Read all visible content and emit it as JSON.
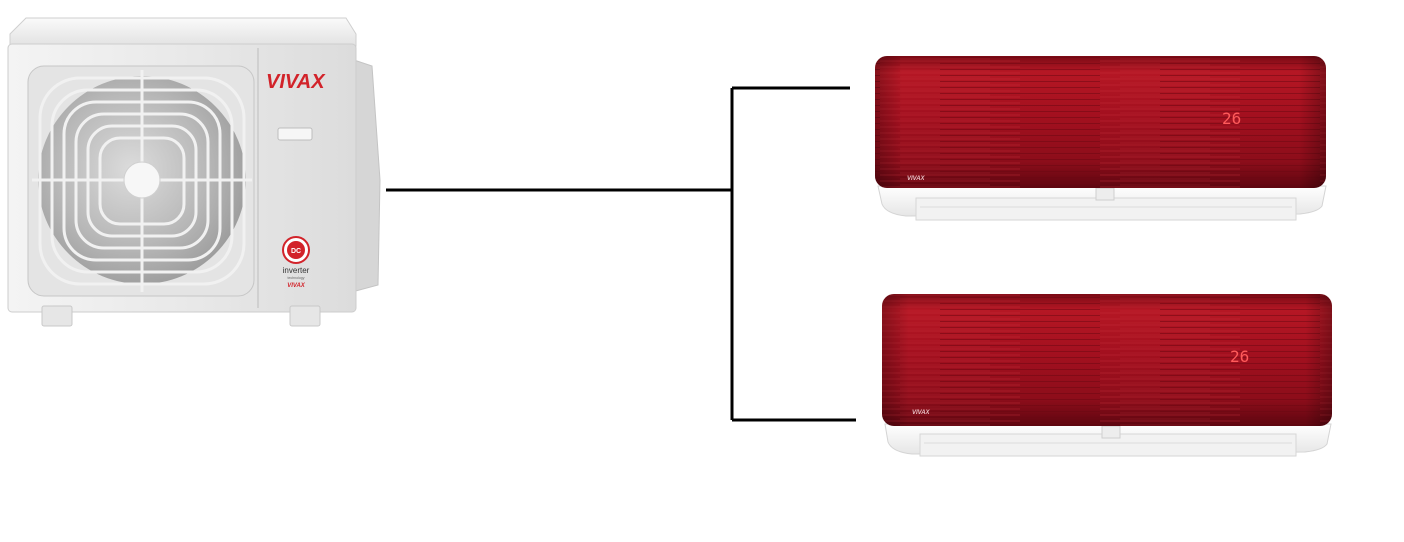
{
  "outdoor_unit": {
    "brand": "VIVAX",
    "badge_top": "DC",
    "badge_main": "inverter",
    "badge_sub": "technology",
    "badge_brand": "VIVAX"
  },
  "indoor_units": [
    {
      "display": "26",
      "brand": "VIVAX"
    },
    {
      "display": "26",
      "brand": "VIVAX"
    }
  ],
  "colors": {
    "outdoor_body": "#ececec",
    "indoor_red": "#a3101f",
    "pipe": "#000000",
    "brand_red": "#d2232a"
  }
}
